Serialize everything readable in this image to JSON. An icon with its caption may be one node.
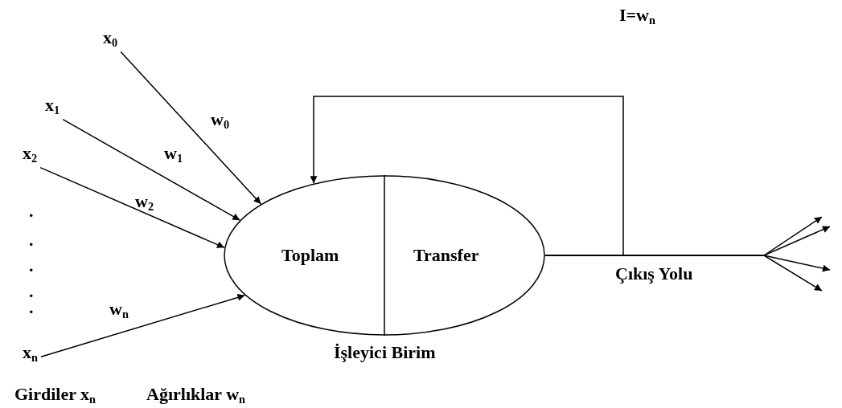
{
  "diagram": {
    "nodes": [
      {
        "text": [
          "x$_{0}$"
        ]
      },
      {
        "text": [
          "x$_{1}$"
        ]
      },
      {
        "text": [
          "x$_{2}$"
        ]
      },
      {
        "text": [
          "x$_{n}$"
        ]
      },
      {
        "text": [
          "Toplam",
          "Transfer"
        ],
        "beside": [
          "İşleyici Birim"
        ]
      }
    ],
    "edges": [
      {
        "from": 0,
        "to": 4,
        "arrow": "to",
        "label": "w$_{0}$"
      },
      {
        "from": 1,
        "to": 4,
        "arrow": "to",
        "label": "w$_{1}$"
      },
      {
        "from": 2,
        "to": 4,
        "arrow": "to",
        "label": "w$_{2}$"
      },
      {
        "from": 3,
        "to": 4,
        "arrow": "to",
        "label": "w$_{n}$"
      },
      {
        "from": 4,
        "to": 4,
        "arrow": "to"
      },
      {
        "from": 4,
        "to": null,
        "arrow": "to",
        "label": "Çıkış Yolu"
      },
      {
        "from": 4,
        "to": null,
        "arrow": "to"
      },
      {
        "from": 4,
        "to": null,
        "arrow": "to"
      },
      {
        "from": 4,
        "to": null,
        "arrow": "to"
      }
    ],
    "labels": [
      "I=w$_{n}$",
      ".",
      ".",
      ".",
      ".",
      ".",
      "Girdiler x$_{n}$",
      "Ağırlıklar w$_{n}$"
    ]
  }
}
